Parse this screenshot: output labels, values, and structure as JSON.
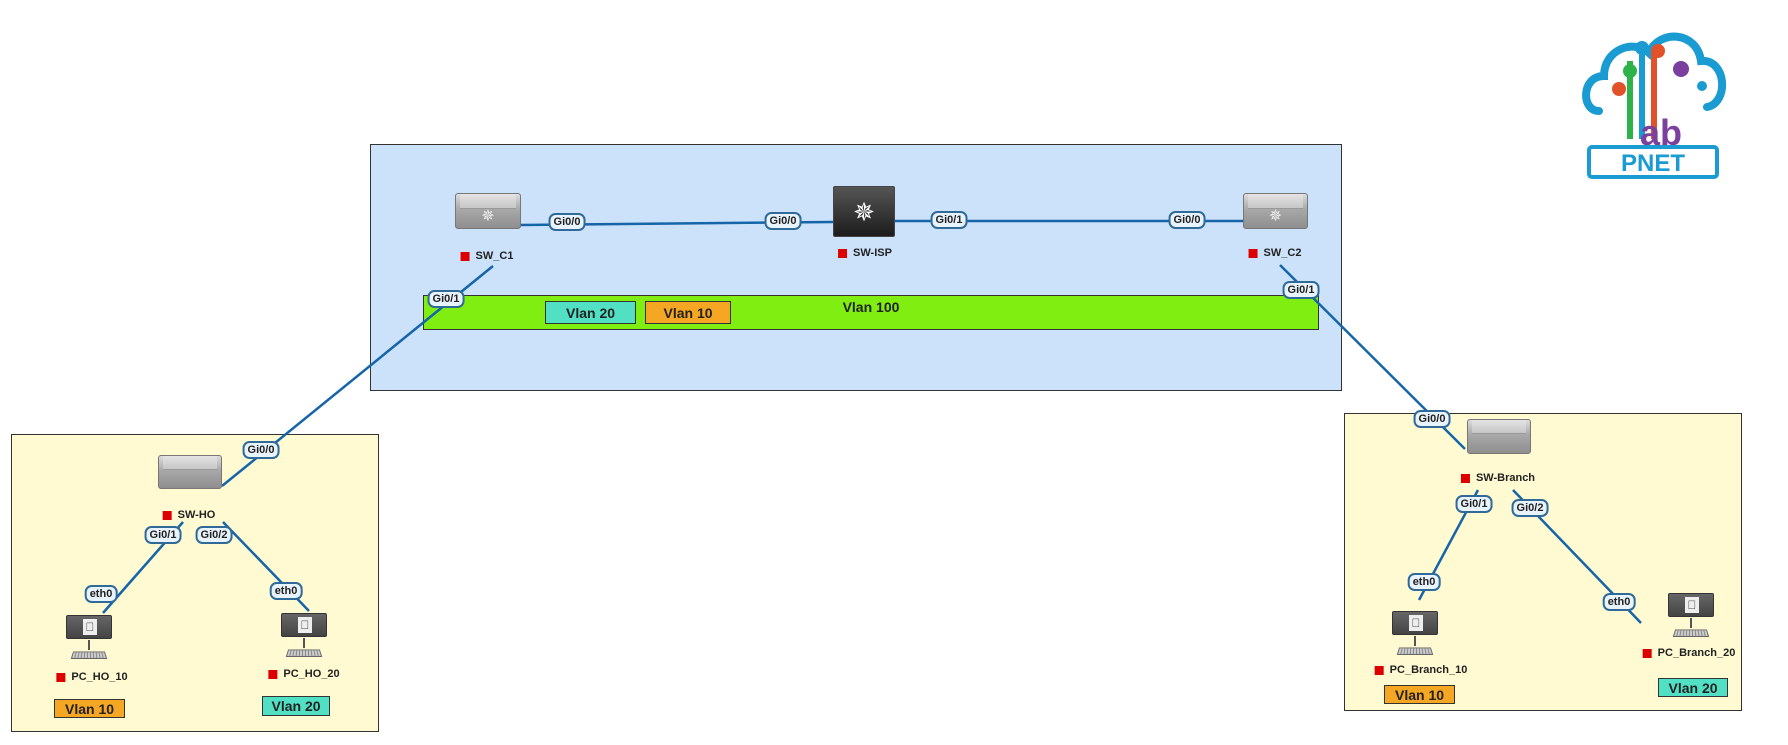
{
  "zones": {
    "core": {
      "color": "#cce2fb"
    },
    "head_office": {
      "color": "#fffad2"
    },
    "branch": {
      "color": "#fffad2"
    }
  },
  "vlans": {
    "vlan100": {
      "label": "Vlan 100",
      "color": "#80ee10"
    },
    "core_vlan20": {
      "label": "Vlan 20",
      "color": "#52e0c4"
    },
    "core_vlan10": {
      "label": "Vlan 10",
      "color": "#f5a623"
    },
    "ho_vlan10": {
      "label": "Vlan 10",
      "color": "#f5a623"
    },
    "ho_vlan20": {
      "label": "Vlan 20",
      "color": "#52e0c4"
    },
    "branch_vlan10": {
      "label": "Vlan 10",
      "color": "#f5a623"
    },
    "branch_vlan20": {
      "label": "Vlan 20",
      "color": "#52e0c4"
    }
  },
  "nodes": {
    "sw_c1": {
      "name": "SW_C1",
      "icon": "multilayer-switch-icon"
    },
    "sw_isp": {
      "name": "SW-ISP",
      "icon": "router-icon"
    },
    "sw_c2": {
      "name": "SW_C2",
      "icon": "multilayer-switch-icon"
    },
    "sw_ho": {
      "name": "SW-HO",
      "icon": "switch-icon"
    },
    "pc_ho_10": {
      "name": "PC_HO_10",
      "icon": "pc-icon"
    },
    "pc_ho_20": {
      "name": "PC_HO_20",
      "icon": "pc-icon"
    },
    "sw_branch": {
      "name": "SW-Branch",
      "icon": "switch-icon"
    },
    "pc_branch_10": {
      "name": "PC_Branch_10",
      "icon": "pc-icon"
    },
    "pc_branch_20": {
      "name": "PC_Branch_20",
      "icon": "pc-icon"
    }
  },
  "ports": {
    "c1_isp_a": "Gi0/0",
    "c1_isp_b": "Gi0/0",
    "isp_c2_a": "Gi0/1",
    "isp_c2_b": "Gi0/0",
    "c1_ho_a": "Gi0/1",
    "c1_ho_b": "Gi0/0",
    "c2_br_a": "Gi0/1",
    "c2_br_b": "Gi0/0",
    "ho_pc10_a": "Gi0/1",
    "ho_pc10_b": "eth0",
    "ho_pc20_a": "Gi0/2",
    "ho_pc20_b": "eth0",
    "br_pc10_a": "Gi0/1",
    "br_pc10_b": "eth0",
    "br_pc20_a": "Gi0/2",
    "br_pc20_b": "eth0"
  },
  "logo": {
    "text": "PNET",
    "sub": "lab"
  },
  "colors": {
    "link": "#1565a8",
    "status_stopped": "#dd0000"
  }
}
